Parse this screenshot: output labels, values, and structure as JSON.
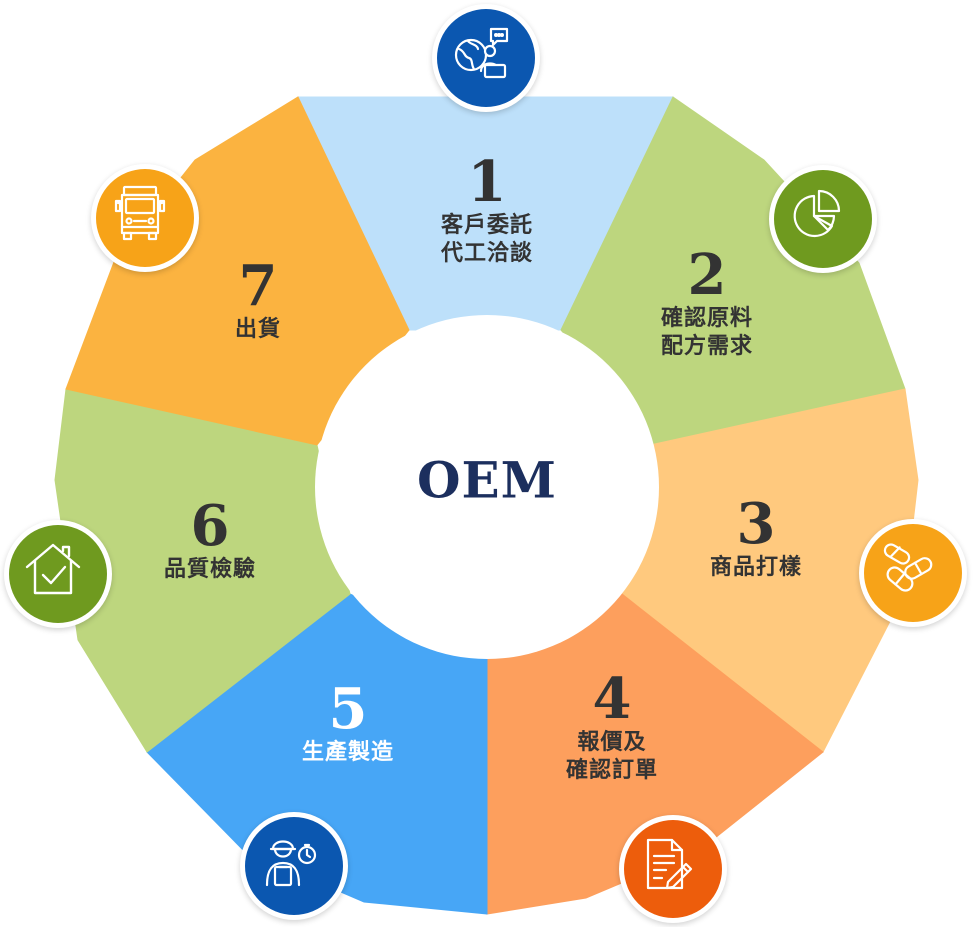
{
  "diagram": {
    "center": "OEM",
    "steps": [
      {
        "number": "1",
        "lines": [
          "客戶委託",
          "代工洽談"
        ],
        "color": "#bde0fa",
        "icon": "globe-person-chat-icon",
        "icon_color": "#0b57b0"
      },
      {
        "number": "2",
        "lines": [
          "確認原料",
          "配方需求"
        ],
        "color": "#bdd67e",
        "icon": "pie-chart-icon",
        "icon_color": "#6f9a1f"
      },
      {
        "number": "3",
        "lines": [
          "商品打樣"
        ],
        "color": "#ffc97e",
        "icon": "capsules-icon",
        "icon_color": "#f7a318"
      },
      {
        "number": "4",
        "lines": [
          "報價及",
          "確認訂單"
        ],
        "color": "#fd9f5d",
        "icon": "document-pen-icon",
        "icon_color": "#ed5d0c"
      },
      {
        "number": "5",
        "lines": [
          "生產製造"
        ],
        "color": "#47a6f6",
        "icon": "worker-clipboard-icon",
        "icon_color": "#0b57b0"
      },
      {
        "number": "6",
        "lines": [
          "品質檢驗"
        ],
        "color": "#bdd67e",
        "icon": "house-check-icon",
        "icon_color": "#6f9a1f"
      },
      {
        "number": "7",
        "lines": [
          "出貨"
        ],
        "color": "#fbb340",
        "icon": "truck-icon",
        "icon_color": "#f7a318"
      }
    ]
  }
}
